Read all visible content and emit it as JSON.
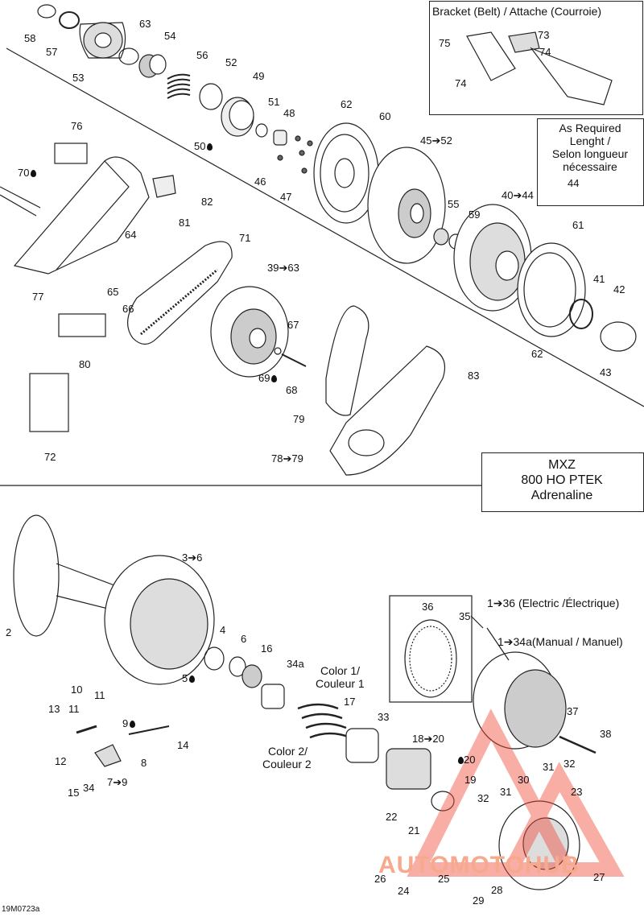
{
  "diagram": {
    "model_title": [
      "MXZ",
      "800 HO PTEK",
      "Adrenaline"
    ],
    "bracket_box_title": "Bracket (Belt) / Attache (Courroie)",
    "required_box_lines": [
      "As Required",
      "Lenght /",
      "Selon longueur",
      "nécessaire"
    ],
    "color1_label": [
      "Color 1/",
      "Couleur 1"
    ],
    "color2_label": [
      "Color 2/",
      "Couleur 2"
    ],
    "electric_label": "1➔36 (Electric /Électrique)",
    "manual_label": "1➔34a(Manual / Manuel)",
    "drawing_code": "19M0723a",
    "watermark": "AUTOMOTOHUB",
    "part_labels": {
      "p58": "58",
      "p57": "57",
      "p53": "53",
      "p63": "63",
      "p54": "54",
      "p56": "56",
      "p52": "52",
      "p49": "49",
      "p51": "51",
      "p48": "48",
      "p50": "50",
      "p46": "46",
      "p47": "47",
      "p62a": "62",
      "p60": "60",
      "p45": "45➔52",
      "p75": "75",
      "p73": "73",
      "p74a": "74",
      "p74b": "74",
      "p44": "44",
      "p76": "76",
      "p70": "70",
      "p82": "82",
      "p81": "81",
      "p55": "55",
      "p59": "59",
      "p40": "40➔44",
      "p61": "61",
      "p64": "64",
      "p71": "71",
      "p39": "39➔63",
      "p65": "65",
      "p66": "66",
      "p77": "77",
      "p41": "41",
      "p42": "42",
      "p62b": "62",
      "p43": "43",
      "p67": "67",
      "p69": "69",
      "p68": "68",
      "p83": "83",
      "p80": "80",
      "p79": "79",
      "p72": "72",
      "p78": "78➔79",
      "p36": "36",
      "p35": "35",
      "p3": "3➔6",
      "p2": "2",
      "p4": "4",
      "p6": "6",
      "p16": "16",
      "p5": "5",
      "p34a": "34a",
      "p10": "10",
      "p11a": "11",
      "p11b": "11",
      "p13": "13",
      "p9": "9",
      "p17": "17",
      "p33": "33",
      "p37": "37",
      "p38": "38",
      "p12": "12",
      "p8": "8",
      "p14": "14",
      "p18": "18➔20",
      "p20": "20",
      "p7": "7➔9",
      "p15": "15",
      "p34": "34",
      "p19": "19",
      "p31a": "31",
      "p32a": "32",
      "p30": "30",
      "p31b": "31",
      "p32b": "32",
      "p23": "23",
      "p22": "22",
      "p21": "21",
      "p26": "26",
      "p24": "24",
      "p25": "25",
      "p27": "27",
      "p28": "28",
      "p29": "29"
    }
  }
}
